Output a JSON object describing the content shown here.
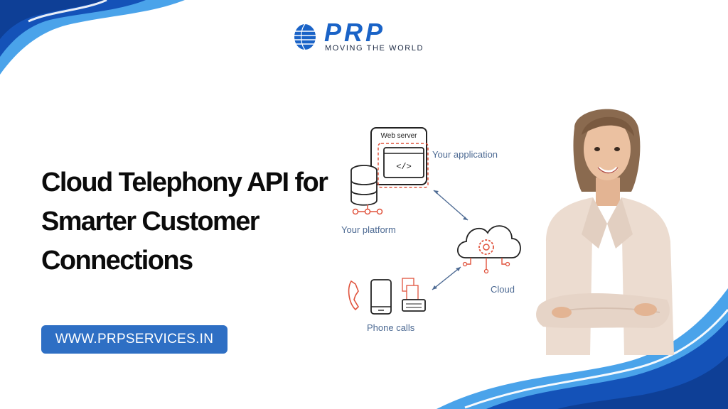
{
  "brand": {
    "name": "PRP",
    "tagline": "MOVING THE WORLD"
  },
  "headline": {
    "line1": "Cloud Telephony API for",
    "line2": "Smarter Customer",
    "line3": "Connections"
  },
  "cta": {
    "url_label": "WWW.PRPSERVICES.IN"
  },
  "diagram": {
    "web_server_label": "Web server",
    "code_symbol": "</>",
    "your_application": "Your application",
    "your_platform": "Your platform",
    "cloud": "Cloud",
    "phone_calls": "Phone calls"
  },
  "colors": {
    "brand_blue": "#1a63c7",
    "button_blue": "#2e6fc4",
    "accent_red": "#e0533d",
    "wave_light": "#4aa3ea",
    "wave_dark": "#1452b8"
  },
  "icons": [
    "globe-logo-icon",
    "server-window-icon",
    "database-icon",
    "cloud-gear-icon",
    "telephone-handset-icon",
    "smartphone-icon",
    "fax-machine-icon"
  ]
}
